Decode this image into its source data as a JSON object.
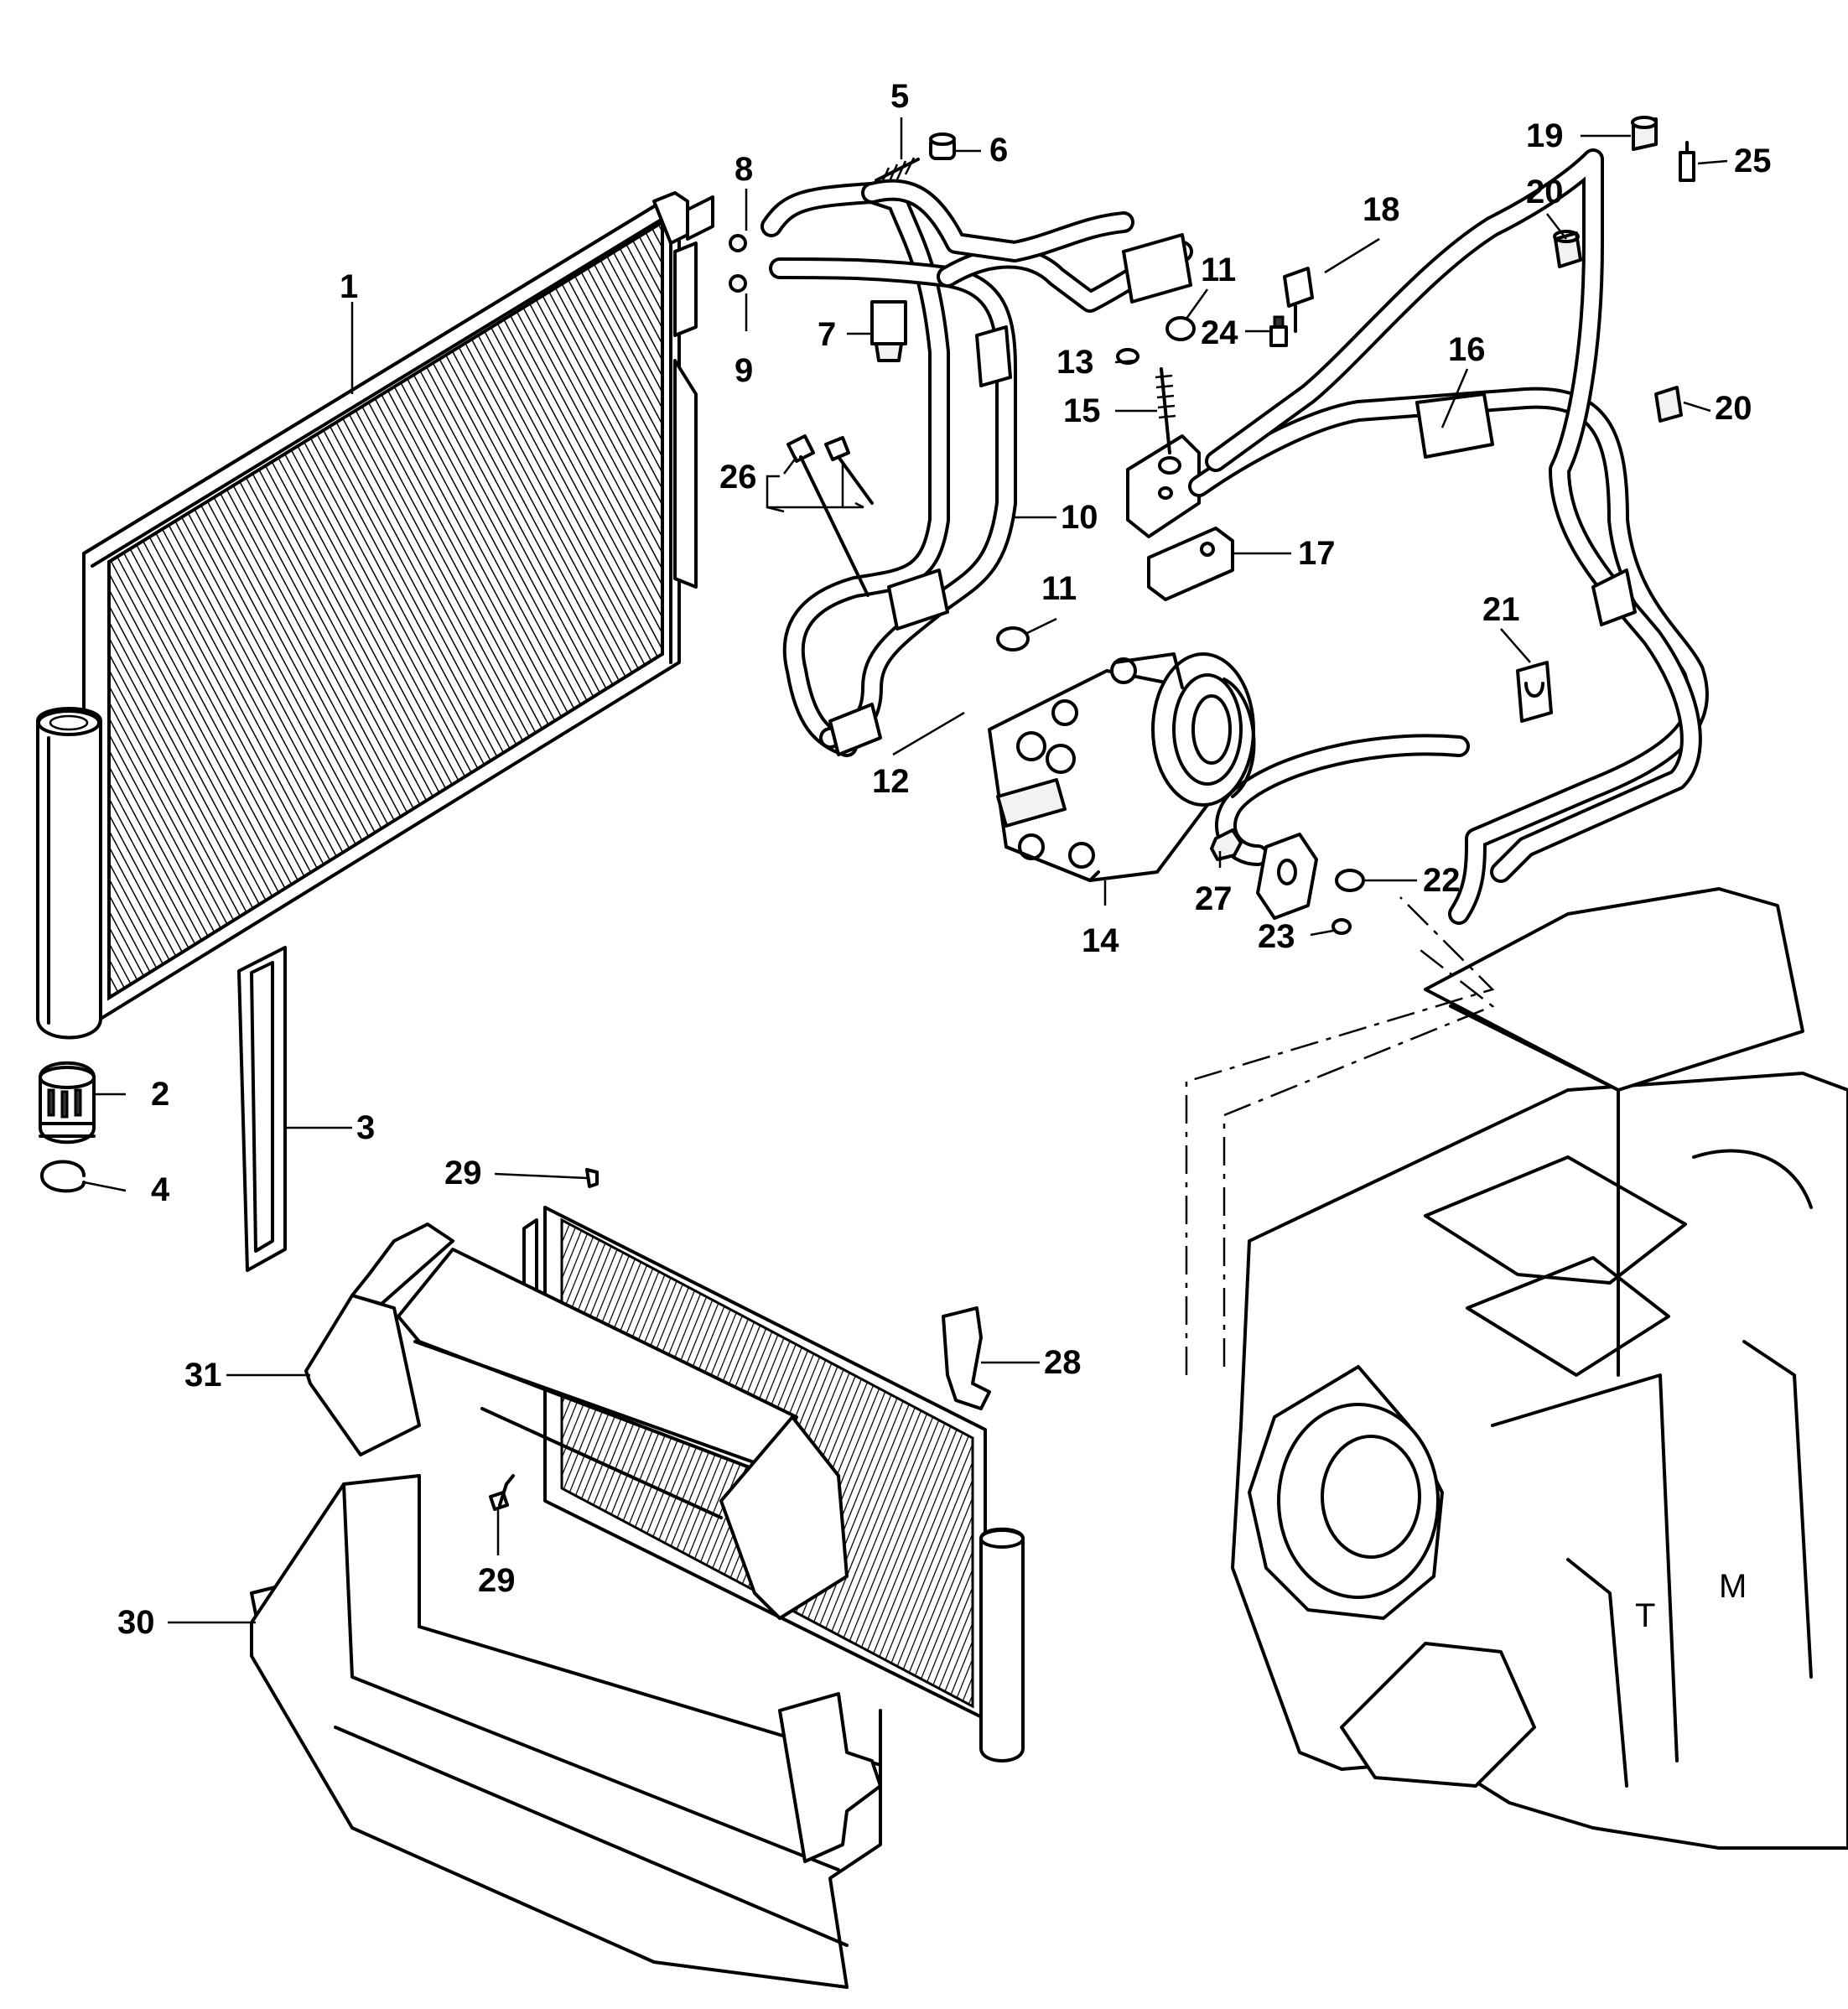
{
  "callouts": {
    "c1": "1",
    "c2": "2",
    "c3": "3",
    "c4": "4",
    "c5": "5",
    "c6": "6",
    "c7": "7",
    "c8": "8",
    "c9": "9",
    "c10": "10",
    "c11a": "11",
    "c11b": "11",
    "c12": "12",
    "c13": "13",
    "c14": "14",
    "c15": "15",
    "c16": "16",
    "c17": "17",
    "c18": "18",
    "c19": "19",
    "c20a": "20",
    "c20b": "20",
    "c21": "21",
    "c22": "22",
    "c23": "23",
    "c24": "24",
    "c25": "25",
    "c26": "26",
    "c27": "27",
    "c28": "28",
    "c29a": "29",
    "c29b": "29",
    "c30": "30",
    "c31": "31"
  },
  "housing_letters": {
    "t": "T",
    "m": "M"
  }
}
